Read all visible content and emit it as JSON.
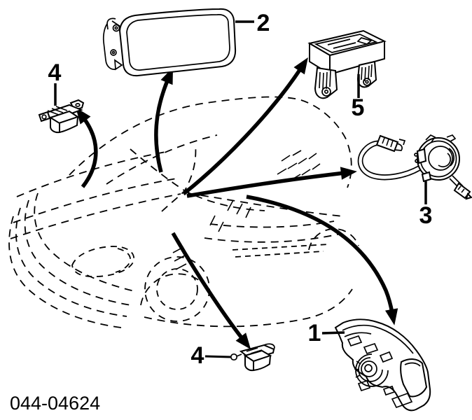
{
  "colors": {
    "ink": "#000000",
    "background": "#ffffff"
  },
  "callouts": {
    "driver_airbag": {
      "number": "1"
    },
    "passenger_airbag": {
      "number": "2"
    },
    "spiral_cable": {
      "number": "3"
    },
    "front_sensor": {
      "number": "4"
    },
    "floor_sensor": {
      "number": "4"
    },
    "control_module": {
      "number": "5"
    }
  },
  "footer": {
    "figure_number": "044-04624"
  }
}
